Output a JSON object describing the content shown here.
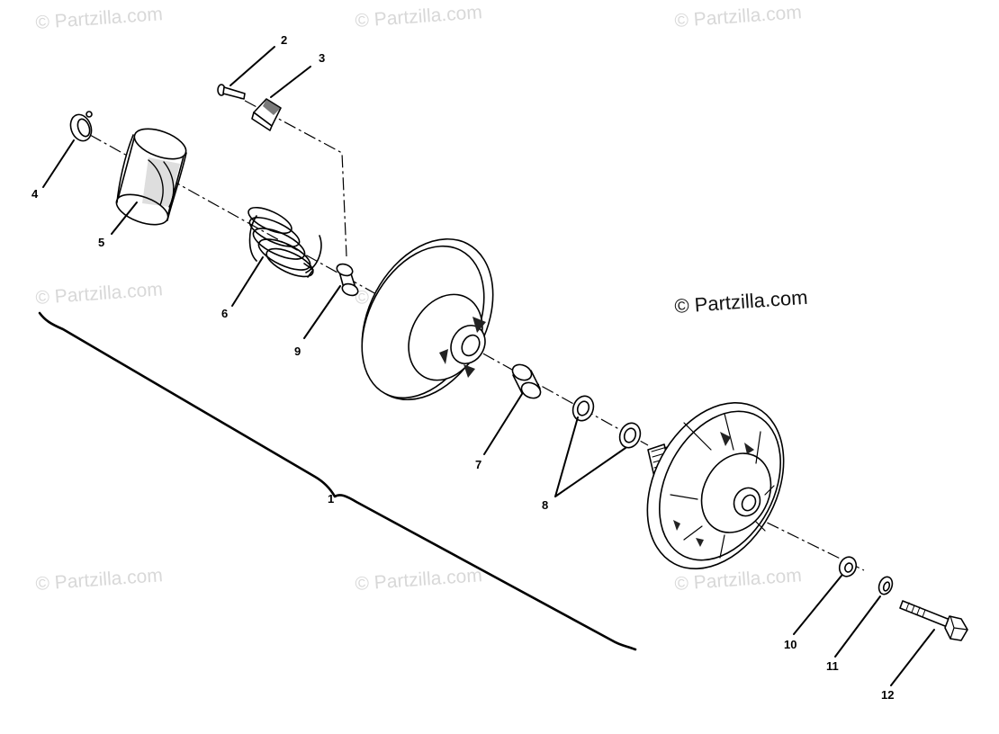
{
  "watermark_text": "© Partzilla.com",
  "copyright_text": "© Partzilla.com",
  "callouts": [
    {
      "id": "1",
      "label": "1"
    },
    {
      "id": "2",
      "label": "2"
    },
    {
      "id": "3",
      "label": "3"
    },
    {
      "id": "4",
      "label": "4"
    },
    {
      "id": "5",
      "label": "5"
    },
    {
      "id": "6",
      "label": "6"
    },
    {
      "id": "7",
      "label": "7"
    },
    {
      "id": "8",
      "label": "8"
    },
    {
      "id": "9",
      "label": "9"
    },
    {
      "id": "10",
      "label": "10"
    },
    {
      "id": "11",
      "label": "11"
    },
    {
      "id": "12",
      "label": "12"
    }
  ]
}
